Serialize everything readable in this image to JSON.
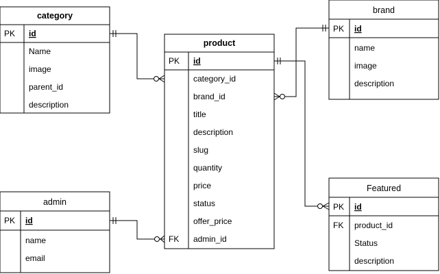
{
  "tables": {
    "category": {
      "title": "category",
      "pk_key": "PK",
      "pk_field": "id",
      "fields": [
        "Name",
        "image",
        "parent_id",
        "description"
      ]
    },
    "product": {
      "title": "product",
      "pk_key": "PK",
      "pk_field": "id",
      "fields": [
        "category_id",
        "brand_id",
        "title",
        "description",
        "slug",
        "quantity",
        "price",
        "status",
        "offer_price",
        "admin_id"
      ],
      "fk_key": "FK"
    },
    "brand": {
      "title": "brand",
      "pk_key": "PK",
      "pk_field": "id",
      "fields": [
        "name",
        "image",
        "description"
      ]
    },
    "admin": {
      "title": "admin",
      "pk_key": "PK",
      "pk_field": "id",
      "fields": [
        "name",
        "email"
      ]
    },
    "featured": {
      "title": "Featured",
      "pk_key": "PK",
      "pk_field": "id",
      "fk_key": "FK",
      "fields": [
        "product_id",
        "Status",
        "description"
      ]
    }
  }
}
